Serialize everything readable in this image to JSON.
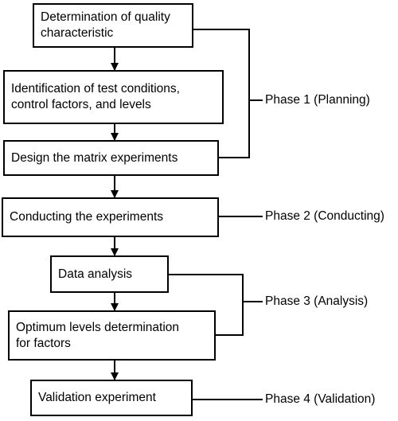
{
  "steps": [
    {
      "text": "Determination of quality\ncharacteristic"
    },
    {
      "text": "Identification of test conditions,\ncontrol factors, and levels"
    },
    {
      "text": "Design the matrix experiments"
    },
    {
      "text": "Conducting the experiments"
    },
    {
      "text": "Data analysis"
    },
    {
      "text": "Optimum levels determination\nfor factors"
    },
    {
      "text": "Validation experiment"
    }
  ],
  "phases": [
    {
      "label": "Phase 1 (Planning)"
    },
    {
      "label": "Phase 2 (Conducting)"
    },
    {
      "label": "Phase 3 (Analysis)"
    },
    {
      "label": "Phase 4 (Validation)"
    }
  ],
  "colors": {
    "stroke": "#000000",
    "background": "#ffffff"
  }
}
